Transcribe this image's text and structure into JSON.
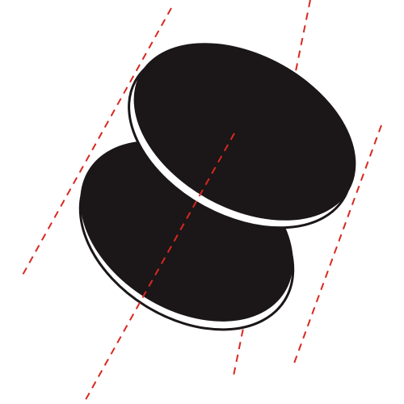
{
  "colors": {
    "background": "#ffffff",
    "disc_fill": "#1b1617",
    "disc_rim": "#ffffff",
    "disc_outline": "#1b1617",
    "guide_line": "#d8281f"
  },
  "figure": {
    "discs": [
      "lower-disc",
      "upper-disc"
    ],
    "guide_lines": [
      "left-guide-line",
      "central-axis-line",
      "right-guide-line"
    ],
    "guide_line_style": "dashed"
  }
}
